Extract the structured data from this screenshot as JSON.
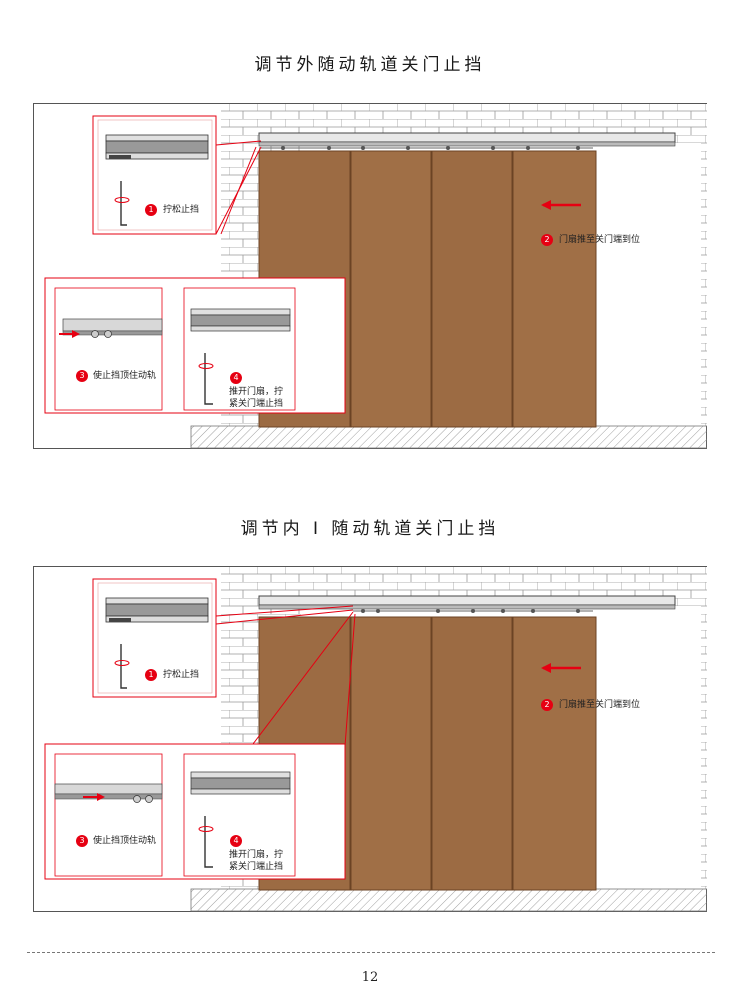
{
  "sections": [
    {
      "title": "调节外随动轨道关门止挡",
      "steps": [
        {
          "num": "1",
          "text": "拧松止挡"
        },
        {
          "num": "2",
          "text": "门扇推至关门端到位"
        },
        {
          "num": "3",
          "text": "使止挡顶住动轨"
        },
        {
          "num": "4",
          "text_line1": "推开门扇，拧",
          "text_line2": "紧关门端止挡"
        }
      ]
    },
    {
      "title": "调节内 I 随动轨道关门止挡",
      "steps": [
        {
          "num": "1",
          "text": "拧松止挡"
        },
        {
          "num": "2",
          "text": "门扇推至关门端到位"
        },
        {
          "num": "3",
          "text": "使止挡顶住动轨"
        },
        {
          "num": "4",
          "text_line1": "推开门扇，拧",
          "text_line2": "紧关门端止挡"
        }
      ]
    }
  ],
  "colors": {
    "accent": "#e60012",
    "door": "#9c6b43",
    "door_edge": "#6b4324",
    "frame": "#555555"
  },
  "page_number": "12"
}
